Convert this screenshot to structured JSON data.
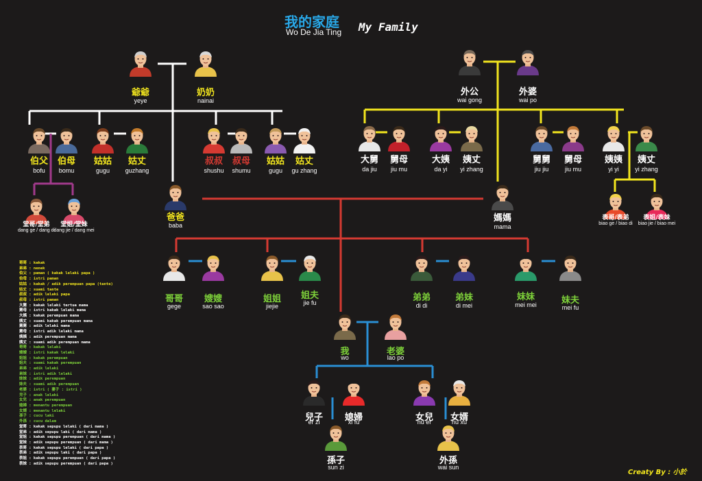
{
  "header": {
    "title_cn": "我的家庭",
    "title_pinyin": "Wo De Jia Ting",
    "title_en": "My Family"
  },
  "colors": {
    "background": "#1c1a1a",
    "father_side_lines": "#ffffff",
    "mother_side_lines": "#f3e61e",
    "core_family_lines": "#d63a32",
    "spouse_lines": "#2a8fd4",
    "cousin_lines": "#a23a8c",
    "label_yellow": "#f3e61e",
    "label_white": "#ffffff",
    "label_green": "#7ed23a"
  },
  "people": [
    {
      "id": "yeye",
      "hanzi": "爺爺",
      "pinyin": "yeye",
      "color": "#f3e61e",
      "shirt": "#c23b2a",
      "hair": "#cfcfcf"
    },
    {
      "id": "nainai",
      "hanzi": "奶奶",
      "pinyin": "nainai",
      "color": "#f3e61e",
      "shirt": "#e8c24a",
      "hair": "#d8d8d8"
    },
    {
      "id": "waigong",
      "hanzi": "外公",
      "pinyin": "wai gong",
      "color": "#ffffff",
      "shirt": "#3a3a3a",
      "hair": "#7a6a5a"
    },
    {
      "id": "waipo",
      "hanzi": "外婆",
      "pinyin": "wai po",
      "color": "#ffffff",
      "shirt": "#6a3a8a",
      "hair": "#4a4a4a"
    },
    {
      "id": "bofu",
      "hanzi": "伯父",
      "pinyin": "bofu",
      "color": "#f3e61e",
      "shirt": "#7a6a60",
      "hair": "#6a4a2a"
    },
    {
      "id": "bomu",
      "hanzi": "伯母",
      "pinyin": "bomu",
      "color": "#f3e61e",
      "shirt": "#4a6a9a",
      "hair": "#3a2a1a"
    },
    {
      "id": "gugu1",
      "hanzi": "姑姑",
      "pinyin": "gugu",
      "color": "#f3e61e",
      "shirt": "#c2302a",
      "hair": "#7a3a1a"
    },
    {
      "id": "guzhang1",
      "hanzi": "姑丈",
      "pinyin": "guzhang",
      "color": "#f3e61e",
      "shirt": "#2a7a3a",
      "hair": "#c27a2a"
    },
    {
      "id": "shushu",
      "hanzi": "叔叔",
      "pinyin": "shushu",
      "color": "#d63a32",
      "shirt": "#d63a32",
      "hair": "#e8c24a"
    },
    {
      "id": "shumu",
      "hanzi": "叔母",
      "pinyin": "shumu",
      "color": "#d63a32",
      "shirt": "#bababa",
      "hair": "#3a2a1a"
    },
    {
      "id": "gugu2",
      "hanzi": "姑姑",
      "pinyin": "gugu",
      "color": "#f3e61e",
      "shirt": "#8a5ab0",
      "hair": "#c29a5a"
    },
    {
      "id": "guzhang2",
      "hanzi": "姑丈",
      "pinyin": "gu zhang",
      "color": "#f3e61e",
      "shirt": "#f2f2f2",
      "hair": "#f2f2f2"
    },
    {
      "id": "tangge",
      "hanzi": "堂哥/堂弟",
      "pinyin": "dang ge / dang di",
      "color": "#ffffff",
      "shirt": "#d24a3a",
      "hair": "#8a5a3a"
    },
    {
      "id": "tangjie",
      "hanzi": "堂姐/堂妹",
      "pinyin": "dang jie / dang mei",
      "color": "#ffffff",
      "shirt": "#d84a6a",
      "hair": "#6aa0d8"
    },
    {
      "id": "dajiu",
      "hanzi": "大舅",
      "pinyin": "da jiu",
      "color": "#ffffff",
      "shirt": "#e8e8e8",
      "hair": "#8a6a4a"
    },
    {
      "id": "jiumu1",
      "hanzi": "舅母",
      "pinyin": "jiu mu",
      "color": "#ffffff",
      "shirt": "#c2202a",
      "hair": "#3a2a1a"
    },
    {
      "id": "dayi",
      "hanzi": "大姨",
      "pinyin": "da yi",
      "color": "#ffffff",
      "shirt": "#9a3aa0",
      "hair": "#2a1a1a"
    },
    {
      "id": "yizhang1",
      "hanzi": "姨丈",
      "pinyin": "yi zhang",
      "color": "#ffffff",
      "shirt": "#7a6a4a",
      "hair": "#e8d8a0"
    },
    {
      "id": "jiujiu",
      "hanzi": "舅舅",
      "pinyin": "jiu jiu",
      "color": "#ffffff",
      "shirt": "#4a6aa0",
      "hair": "#6a4a2a"
    },
    {
      "id": "jiumu2",
      "hanzi": "舅母",
      "pinyin": "jiu mu",
      "color": "#ffffff",
      "shirt": "#8a3a8a",
      "hair": "#c27a3a"
    },
    {
      "id": "yiyi",
      "hanzi": "姨姨",
      "pinyin": "yi yi",
      "color": "#ffffff",
      "shirt": "#e8e8e8",
      "hair": "#f2d24a"
    },
    {
      "id": "yizhang2",
      "hanzi": "姨丈",
      "pinyin": "yi zhang",
      "color": "#ffffff",
      "shirt": "#3a8a4a",
      "hair": "#6a4a2a"
    },
    {
      "id": "biaoge",
      "hanzi": "表哥/表弟",
      "pinyin": "biao ge / biao di",
      "color": "#ffffff",
      "shirt": "#e84a2a",
      "hair": "#f2d24a"
    },
    {
      "id": "biaojie",
      "hanzi": "表姐/表妹",
      "pinyin": "biao jie / biao mei",
      "color": "#ffffff",
      "shirt": "#e82a5a",
      "hair": "#3a2a1a"
    },
    {
      "id": "baba",
      "hanzi": "爸爸",
      "pinyin": "baba",
      "color": "#f3e61e",
      "shirt": "#2a3a6a",
      "hair": "#8a5a2a"
    },
    {
      "id": "mama",
      "hanzi": "媽媽",
      "pinyin": "mama",
      "color": "#ffffff",
      "shirt": "#4a4a4a",
      "hair": "#3a2a1a"
    },
    {
      "id": "gege",
      "hanzi": "哥哥",
      "pinyin": "gege",
      "color": "#7ed23a",
      "shirt": "#e8e8e8",
      "hair": "#3a2a1a"
    },
    {
      "id": "saosao",
      "hanzi": "嫂嫂",
      "pinyin": "sao sao",
      "color": "#7ed23a",
      "shirt": "#9a3aa0",
      "hair": "#e8c24a"
    },
    {
      "id": "jiejie",
      "hanzi": "姐姐",
      "pinyin": "jiejie",
      "color": "#7ed23a",
      "shirt": "#e8c24a",
      "hair": "#8a5a2a"
    },
    {
      "id": "jiefu",
      "hanzi": "姐夫",
      "pinyin": "jie fu",
      "color": "#7ed23a",
      "shirt": "#2a8a4a",
      "hair": "#e8e8e8"
    },
    {
      "id": "didi",
      "hanzi": "弟弟",
      "pinyin": "di di",
      "color": "#7ed23a",
      "shirt": "#3a5a3a",
      "hair": "#2a1a1a"
    },
    {
      "id": "dimei",
      "hanzi": "弟妹",
      "pinyin": "di mei",
      "color": "#7ed23a",
      "shirt": "#3a3a8a",
      "hair": "#2a1a1a"
    },
    {
      "id": "meimei",
      "hanzi": "妹妹",
      "pinyin": "mei mei",
      "color": "#7ed23a",
      "shirt": "#2a9a6a",
      "hair": "#1a1a1a"
    },
    {
      "id": "meifu",
      "hanzi": "妹夫",
      "pinyin": "mei fu",
      "color": "#7ed23a",
      "shirt": "#8a8a8a",
      "hair": "#3a2a1a"
    },
    {
      "id": "wo",
      "hanzi": "我",
      "pinyin": "wo",
      "color": "#7ed23a",
      "shirt": "#7a6a4a",
      "hair": "#3a2a1a"
    },
    {
      "id": "laopo",
      "hanzi": "老婆",
      "pinyin": "lao po",
      "color": "#7ed23a",
      "shirt": "#e8a0a0",
      "hair": "#c27a3a"
    },
    {
      "id": "erzi",
      "hanzi": "兒子",
      "pinyin": "er zi",
      "color": "#ffffff",
      "shirt": "#2a2a2a",
      "hair": "#2a1a1a"
    },
    {
      "id": "xifu",
      "hanzi": "媳婦",
      "pinyin": "xi fu",
      "color": "#ffffff",
      "shirt": "#e82a2a",
      "hair": "#1a1a1a"
    },
    {
      "id": "nuer",
      "hanzi": "女兒",
      "pinyin": "nu er",
      "color": "#ffffff",
      "shirt": "#8a3ab0",
      "hair": "#c27a3a"
    },
    {
      "id": "nuxu",
      "hanzi": "女婿",
      "pinyin": "nu xu",
      "color": "#ffffff",
      "shirt": "#e8b040",
      "hair": "#e8e8e8"
    },
    {
      "id": "sunzi",
      "hanzi": "孫子",
      "pinyin": "sun zi",
      "color": "#ffffff",
      "shirt": "#5a9a3a",
      "hair": "#8a5a2a"
    },
    {
      "id": "waisun",
      "hanzi": "外孫",
      "pinyin": "wai sun",
      "color": "#ffffff",
      "shirt": "#e8c24a",
      "hair": "#e8c24a"
    }
  ],
  "legend": [
    {
      "text": "哥哥 : kakak",
      "color": "#f3e61e"
    },
    {
      "text": "弟弟 : nenek",
      "color": "#f3e61e"
    },
    {
      "text": "伯父 : paman ( kakak lelaki papa )",
      "color": "#f3e61e"
    },
    {
      "text": "伯母 : istri paman",
      "color": "#f3e61e"
    },
    {
      "text": "姑姑 : kakak / adik perempuan papa (tante)",
      "color": "#f3e61e"
    },
    {
      "text": "姑丈 : suami tante",
      "color": "#f3e61e"
    },
    {
      "text": "叔叔 : adik lelaki papa",
      "color": "#f3e61e"
    },
    {
      "text": "叔母 : istri paman",
      "color": "#f3e61e"
    },
    {
      "text": "大舅 : kakak lelaki tertua mama",
      "color": "#ffffff"
    },
    {
      "text": "舅母 : istri kakak lelaki mama",
      "color": "#ffffff"
    },
    {
      "text": "大姨 : kakak perempuan mama",
      "color": "#ffffff"
    },
    {
      "text": "姨丈 : suami kakak perempuan mama",
      "color": "#ffffff"
    },
    {
      "text": "舅舅 : adik lelaki mama",
      "color": "#ffffff"
    },
    {
      "text": "舅母 : istri adik lelaki mama",
      "color": "#ffffff"
    },
    {
      "text": "姨姨 : adik perempuan mama",
      "color": "#ffffff"
    },
    {
      "text": "姨丈 : suami adik perempuan mama",
      "color": "#ffffff"
    },
    {
      "text": "哥哥 : kakak lelaki",
      "color": "#7ed23a"
    },
    {
      "text": "嫂嫂 : istri kakak lelaki",
      "color": "#7ed23a"
    },
    {
      "text": "姐姐 : kakak perempuan",
      "color": "#7ed23a"
    },
    {
      "text": "姐夫 : suami kakak perempuan",
      "color": "#7ed23a"
    },
    {
      "text": "弟弟 : adik lelaki",
      "color": "#7ed23a"
    },
    {
      "text": "弟妹 : istri adik lelaki",
      "color": "#7ed23a"
    },
    {
      "text": "妹妹 : adik perempuan",
      "color": "#7ed23a"
    },
    {
      "text": "妹夫 : suami adik perempuan",
      "color": "#7ed23a"
    },
    {
      "text": "老婆 : istri ( 妻子 : istri )",
      "color": "#7ed23a"
    },
    {
      "text": "兒子 : anak lelaki",
      "color": "#7ed23a"
    },
    {
      "text": "女兒 : anak perempuan",
      "color": "#7ed23a"
    },
    {
      "text": "媳婦 : menantu perempuan",
      "color": "#7ed23a"
    },
    {
      "text": "女婿 : menantu lelaki",
      "color": "#7ed23a"
    },
    {
      "text": "孫子 : cucu laki",
      "color": "#7ed23a"
    },
    {
      "text": "外孫 : cucu dalam",
      "color": "#7ed23a"
    },
    {
      "text": "堂哥 : kakak sepupu lelaki ( dari mama )",
      "color": "#ffffff"
    },
    {
      "text": "堂弟 : adik sepupu laki ( dari mama )",
      "color": "#ffffff"
    },
    {
      "text": "堂姐 : kakak sepupu perempuan ( dari mama )",
      "color": "#ffffff"
    },
    {
      "text": "堂妹 : adik sepupu perempuan ( dari mama )",
      "color": "#ffffff"
    },
    {
      "text": "表哥 : kakak sepupu lelaki ( dari papa )",
      "color": "#ffffff"
    },
    {
      "text": "表弟 : adik sepupu laki ( dari papa )",
      "color": "#ffffff"
    },
    {
      "text": "表姐 : kakak sepupu perempuan ( dari papa )",
      "color": "#ffffff"
    },
    {
      "text": "表妹 : adik sepupu perempuan ( dari papa )",
      "color": "#ffffff"
    }
  ],
  "credit": "Creaty By : 小於"
}
